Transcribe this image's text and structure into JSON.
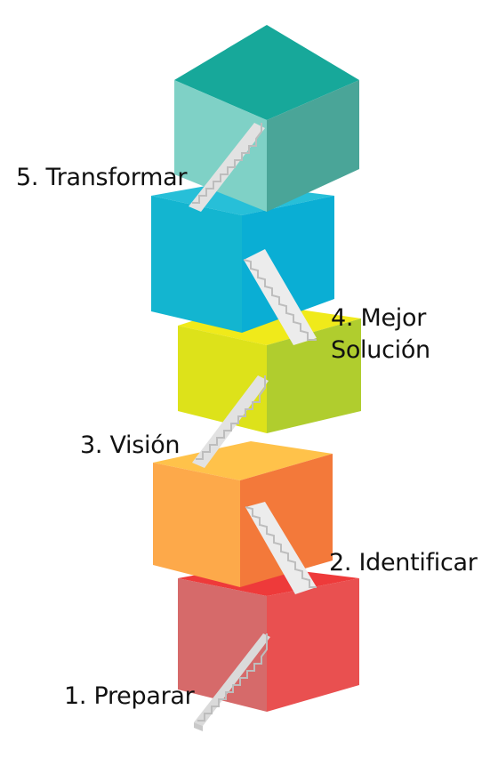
{
  "steps": [
    {
      "number": "1.",
      "label": "Preparar",
      "colors": {
        "top": "#ee3a3a",
        "left": "#d66a6a",
        "right": "#e95050"
      }
    },
    {
      "number": "2.",
      "label": "Identificar",
      "colors": {
        "top": "#ffc24a",
        "left": "#fda94a",
        "right": "#f3793a"
      }
    },
    {
      "number": "3.",
      "label": "Visión",
      "colors": {
        "top": "#f0ea1a",
        "left": "#dde21a",
        "right": "#b0cd2e"
      }
    },
    {
      "number": "4.",
      "label_line1": "Mejor",
      "label_line2": "Solución",
      "colors": {
        "top": "#27bfd8",
        "left": "#13b5d0",
        "right": "#0aaed4"
      }
    },
    {
      "number": "5.",
      "label": "Transformar",
      "colors": {
        "top": "#17a89a",
        "left": "#7fd1c6",
        "right": "#4aa598"
      }
    }
  ],
  "stair_color": "#eeeeee"
}
